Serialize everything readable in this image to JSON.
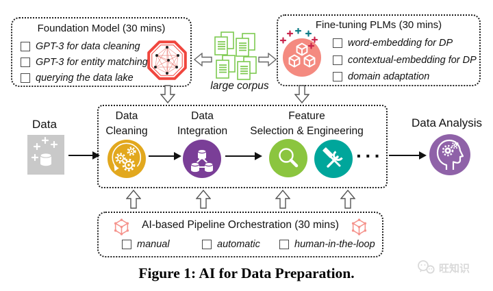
{
  "figure_type": "pipeline-diagram",
  "foundation_model": {
    "title": "Foundation Model (30 mins)",
    "items": [
      "GPT-3 for data cleaning",
      "GPT-3 for entity matching",
      "querying the data lake"
    ]
  },
  "corpus": {
    "label": "large corpus"
  },
  "fine_tuning": {
    "title": "Fine-tuning PLMs (30 mins)",
    "items": [
      "word-embedding for DP",
      "contextual-embedding for DP",
      "domain adaptation"
    ]
  },
  "pipeline": {
    "stages": [
      {
        "label_lines": [
          "Data",
          "Cleaning"
        ]
      },
      {
        "label_lines": [
          "Data",
          "Integration"
        ]
      },
      {
        "label_lines": [
          "Feature",
          "Selection & Engineering"
        ]
      }
    ],
    "ellipsis": "···"
  },
  "input": {
    "label": "Data"
  },
  "output": {
    "label": "Data Analysis"
  },
  "orchestration": {
    "title": "AI-based Pipeline Orchestration (30 mins)",
    "items": [
      "manual",
      "automatic",
      "human-in-the-loop"
    ]
  },
  "caption": "Figure 1: AI for Data Preparation.",
  "watermark": {
    "text": "旺知识"
  },
  "icons": {
    "foundation_model": "network-octagon-icon",
    "large_corpus": "documents-icon",
    "fine_tuning": "cubes-circle-icon",
    "data_cleaning": "gears-circle-icon",
    "data_integration": "database-circle-icon",
    "feature_selection": "magnifier-circle-icon",
    "feature_engineering": "tools-circle-icon",
    "data_input": "database-sparkles-icon",
    "data_analysis": "head-gears-icon",
    "orchestration": "wireframe-cube-icon",
    "watermark": "wechat-icon"
  },
  "colors": {
    "octagon_red": "#F0463E",
    "network_line_red": "#ED8C86",
    "corpus_green": "#7CC94F",
    "plm_pink": "#F48A80",
    "plus_red": "#C9234A",
    "plus_teal": "#0E7C86",
    "cleaning_yellow": "#E2A81E",
    "integration_purple": "#7A3E97",
    "selection_green": "#8BC53F",
    "engineering_teal": "#00A69B",
    "analysis_purple": "#8F62A8",
    "data_gray": "#C9C9C9",
    "cube_pink": "#F5928B",
    "watermark_gray": "#D9D9D9"
  }
}
